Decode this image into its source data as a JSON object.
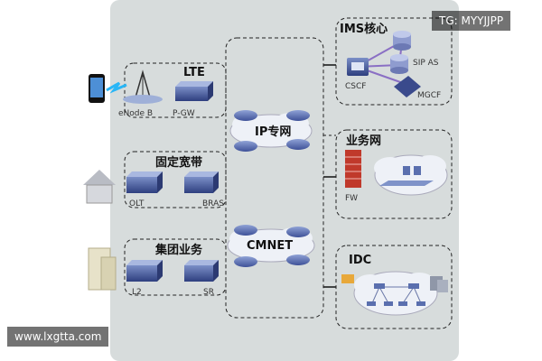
{
  "watermarks": {
    "top_right": "TG: MYYJJPP",
    "bottom_left": "www.lxgtta.com"
  },
  "access": {
    "lte": {
      "title": "LTE",
      "left_label": "eNode B",
      "right_label": "P-GW"
    },
    "fixed": {
      "title": "固定宽带",
      "left_label": "OLT",
      "right_label": "BRAS"
    },
    "group": {
      "title": "集团业务",
      "left_label": "L2",
      "right_label": "SR"
    }
  },
  "core": {
    "ip_network": "IP专网",
    "cmnet": "CMNET"
  },
  "services": {
    "ims": {
      "title": "IMS核心",
      "cscf": "CSCF",
      "sip_as": "SIP AS",
      "mgcf": "MGCF"
    },
    "business": {
      "title": "业务网",
      "fw": "FW"
    },
    "idc": {
      "title": "IDC"
    }
  },
  "colors": {
    "panel": "#d7dcdc",
    "router": "#5a6fae",
    "cloud": "#eef1f7",
    "fw": "#c0392b"
  }
}
